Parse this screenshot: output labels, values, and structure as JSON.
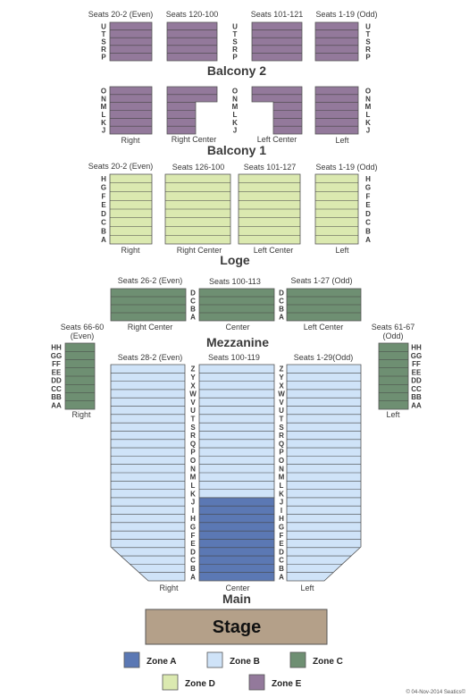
{
  "colors": {
    "zoneA": "#5b78b4",
    "zoneB": "#cfe3f8",
    "zoneC": "#6e8f72",
    "zoneD": "#dbe9b0",
    "zoneE": "#93799b",
    "stage": "#b4a089"
  },
  "balcony2": {
    "title": "Balcony 2",
    "header_right": "Seats 20-2 (Even)",
    "header_rc": "Seats 120-100",
    "header_lc": "Seats 101-121",
    "header_left": "Seats 1-19 (Odd)",
    "rows": [
      "U",
      "T",
      "S",
      "R",
      "P"
    ]
  },
  "balcony1": {
    "title": "Balcony 1",
    "rows": [
      "O",
      "N",
      "M",
      "L",
      "K",
      "J"
    ],
    "label_right": "Right",
    "label_rc": "Right Center",
    "label_lc": "Left Center",
    "label_left": "Left"
  },
  "loge": {
    "title": "Loge",
    "header_right": "Seats 20-2 (Even)",
    "header_rc": "Seats 126-100",
    "header_lc": "Seats 101-127",
    "header_left": "Seats 1-19 (Odd)",
    "rows": [
      "H",
      "G",
      "F",
      "E",
      "D",
      "C",
      "B",
      "A"
    ],
    "label_right": "Right",
    "label_rc": "Right Center",
    "label_lc": "Left Center",
    "label_left": "Left"
  },
  "mezzanine": {
    "title": "Mezzanine",
    "header_rc": "Seats 26-2 (Even)",
    "header_c": "Seats 100-113",
    "header_lc": "Seats 1-27 (Odd)",
    "rows": [
      "D",
      "C",
      "B",
      "A"
    ],
    "label_rc": "Right Center",
    "label_c": "Center",
    "label_lc": "Left Center",
    "side_right_header": [
      "Seats 66-60",
      "(Even)"
    ],
    "side_left_header": [
      "Seats 61-67",
      "(Odd)"
    ],
    "side_rows": [
      "HH",
      "GG",
      "FF",
      "EE",
      "DD",
      "CC",
      "BB",
      "AA"
    ],
    "label_right": "Right",
    "label_left": "Left"
  },
  "main": {
    "title": "Main",
    "header_right": "Seats 28-2 (Even)",
    "header_center": "Seats 100-119",
    "header_left": "Seats 1-29(Odd)",
    "rows": [
      "Z",
      "Y",
      "X",
      "W",
      "V",
      "U",
      "T",
      "S",
      "R",
      "Q",
      "P",
      "O",
      "N",
      "M",
      "L",
      "K",
      "J",
      "I",
      "H",
      "G",
      "F",
      "E",
      "D",
      "C",
      "B",
      "A"
    ],
    "label_right": "Right",
    "label_center": "Center",
    "label_left": "Left"
  },
  "stage": {
    "label": "Stage"
  },
  "legend": [
    {
      "label": "Zone A",
      "color": "#5b78b4"
    },
    {
      "label": "Zone B",
      "color": "#cfe3f8"
    },
    {
      "label": "Zone C",
      "color": "#6e8f72"
    },
    {
      "label": "Zone D",
      "color": "#dbe9b0"
    },
    {
      "label": "Zone E",
      "color": "#93799b"
    }
  ],
  "copyright": "© 04-Nov-2014 Seatics©"
}
